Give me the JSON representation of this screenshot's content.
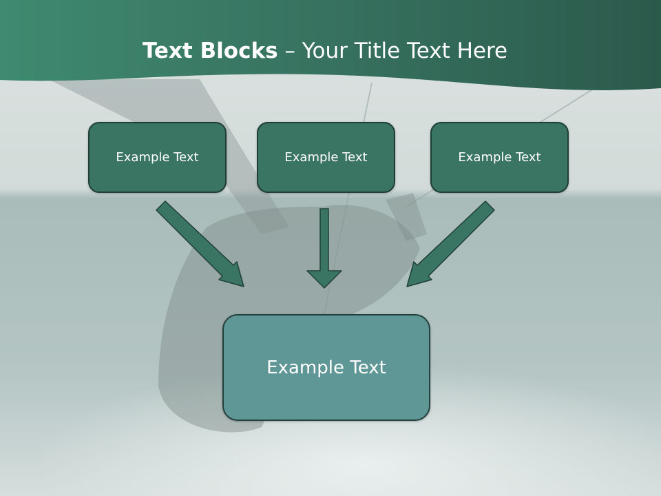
{
  "title": {
    "bold": "Text Blocks",
    "separator": " – ",
    "regular": "Your Title Text Here"
  },
  "blocks": {
    "top": [
      {
        "label": "Example Text"
      },
      {
        "label": "Example Text"
      },
      {
        "label": "Example Text"
      }
    ],
    "bottom": {
      "label": "Example Text"
    }
  },
  "colors": {
    "header_green": "#2f6b57",
    "box_dark_green": "#3a7463",
    "box_teal": "#5f9696",
    "arrow_green": "#3a7463"
  }
}
